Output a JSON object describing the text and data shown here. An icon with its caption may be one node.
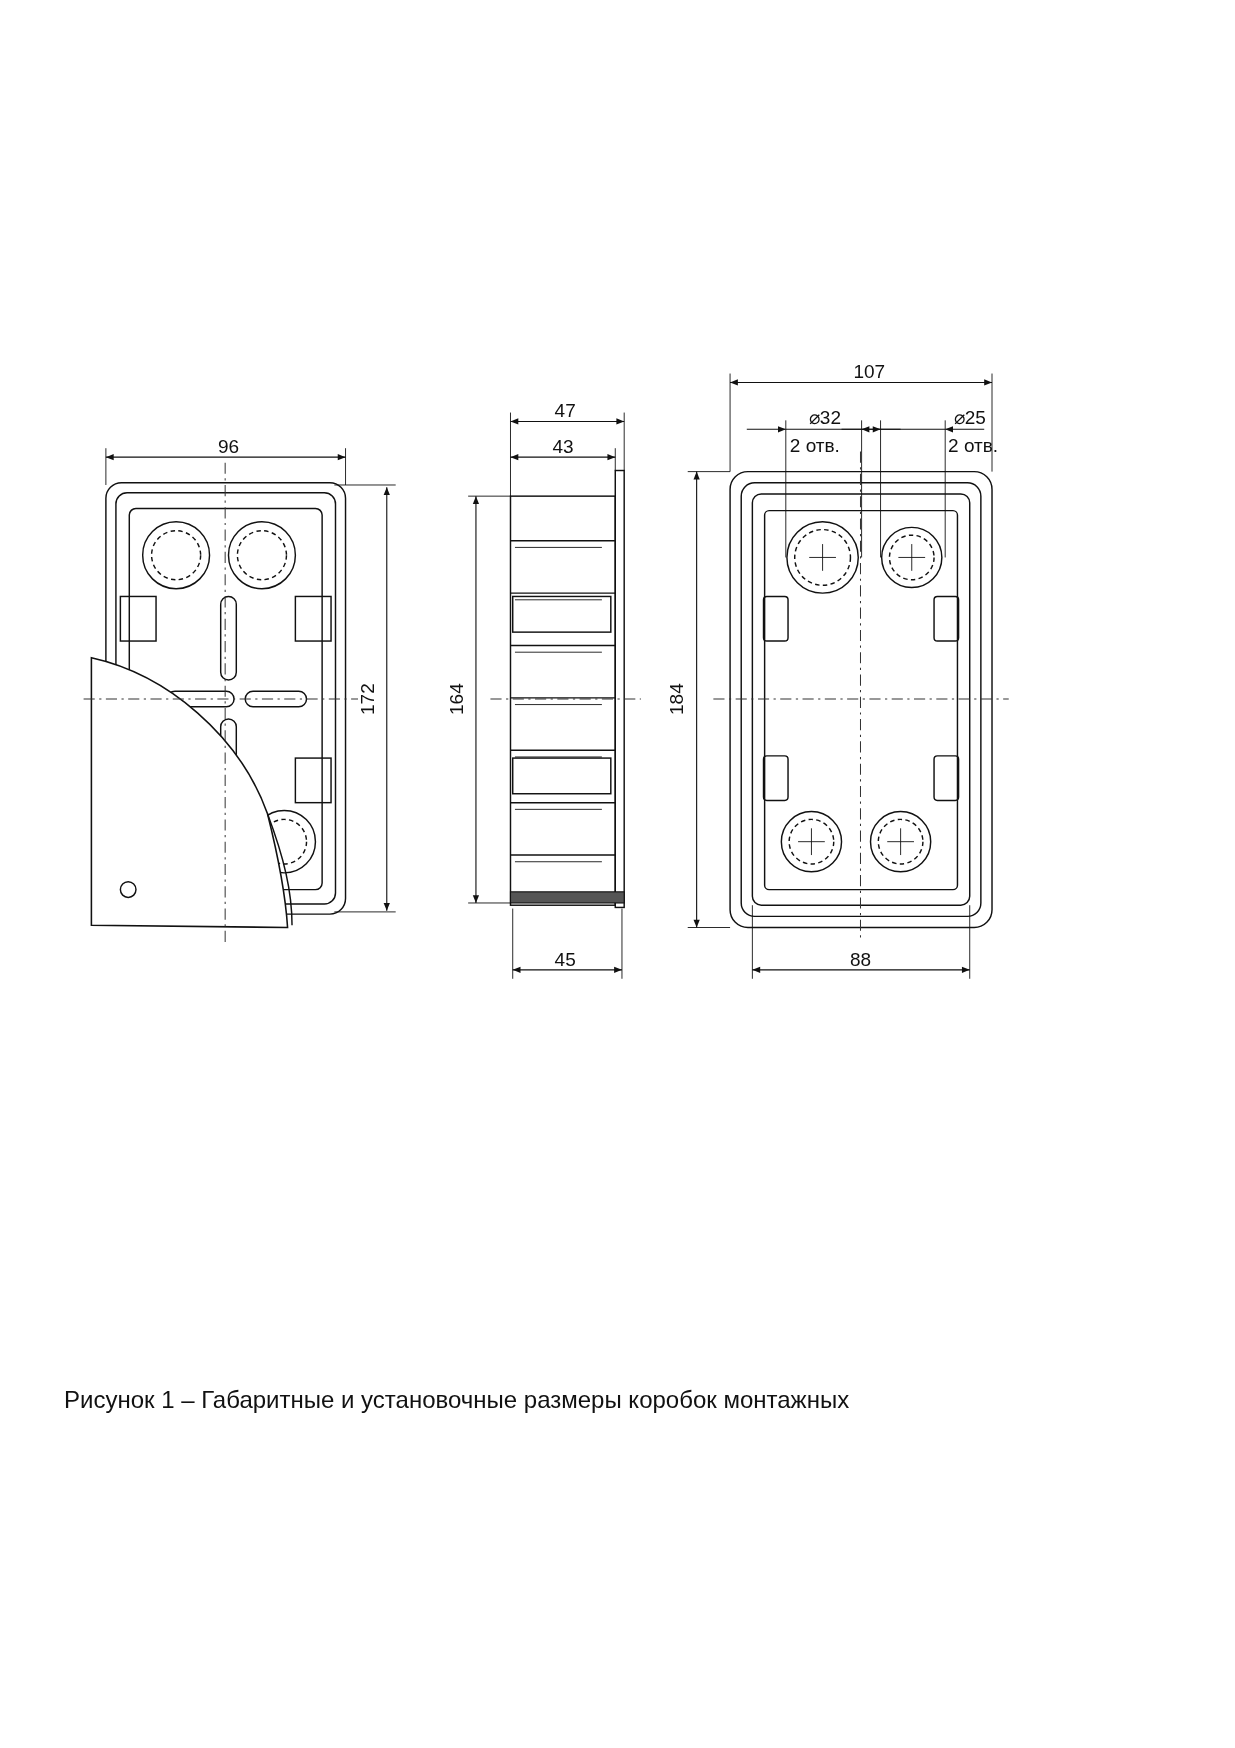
{
  "diagram": {
    "caption": "Рисунок 1 – Габаритные и установочные размеры коробок монтажных",
    "labels": [
      "107",
      "47",
      "⌀32",
      "⌀25",
      "96",
      "43",
      "2 отв.",
      "2 отв.",
      "172",
      "164",
      "184",
      "45",
      "88"
    ]
  }
}
